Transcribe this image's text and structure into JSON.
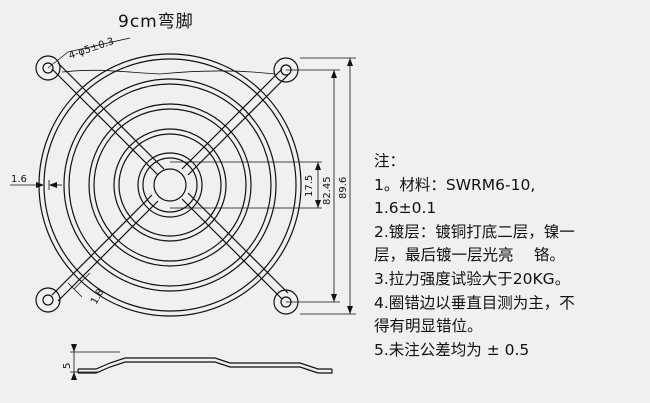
{
  "title": "9cm弯脚",
  "dims": {
    "hole": "4-φ5±0.3",
    "wire_thk": "1.6",
    "inner": "17.5",
    "pitch": "82.45",
    "outer": "89.6",
    "leg": "1.8",
    "height": "5"
  },
  "notes": {
    "heading": "注：",
    "n1a": "1。材料：SWRM6-10,",
    "n1b": "1.6±0.1",
    "n2a": "2.镀层：镀铜打底二层，镍一",
    "n2b": "层，最后镀一层光亮　 铬。",
    "n3": "3.拉力强度试验大于20KG。",
    "n4a": "4.圈错边以垂直目测为主，不",
    "n4b": "得有明显错位。",
    "n5": "5.未注公差均为 ± 0.5"
  }
}
